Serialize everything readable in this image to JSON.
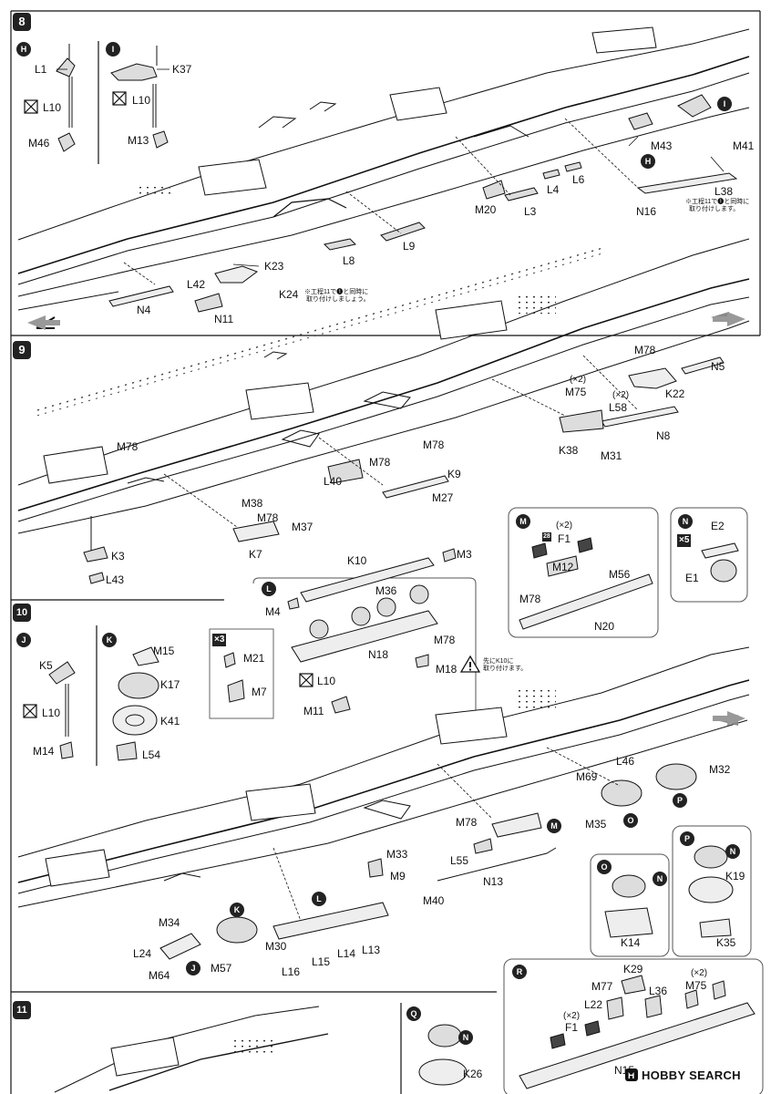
{
  "steps": [
    "8",
    "9",
    "10",
    "11"
  ],
  "subassemblies": {
    "H": "H",
    "I": "I",
    "J": "J",
    "K": "K",
    "L": "L",
    "M": "M",
    "N": "N",
    "O": "O",
    "P": "P",
    "Q": "Q",
    "R": "R"
  },
  "multipliers": {
    "x3": "×3",
    "x5": "×5"
  },
  "part_tag_28": "28",
  "parts": {
    "L1": "L1",
    "L10": "L10",
    "M46": "M46",
    "K37": "K37",
    "M13": "M13",
    "M43": "M43",
    "M41": "M41",
    "L38": "L38",
    "N16": "N16",
    "L6": "L6",
    "L4": "L4",
    "L3": "L3",
    "M20": "M20",
    "L9": "L9",
    "L8": "L8",
    "K23": "K23",
    "K24": "K24",
    "L42": "L42",
    "N4": "N4",
    "N11": "N11",
    "M78": "M78",
    "N5": "N5",
    "K22": "K22",
    "M75": "M75",
    "L58": "L58",
    "N8": "N8",
    "K38": "K38",
    "M31": "M31",
    "K9": "K9",
    "M27": "M27",
    "L40": "L40",
    "M38": "M38",
    "M37": "M37",
    "K3": "K3",
    "L43": "L43",
    "K7": "K7",
    "F1": "F1",
    "M12": "M12",
    "M56": "M56",
    "N20": "N20",
    "E2": "E2",
    "E1": "E1",
    "K10": "K10",
    "M3": "M3",
    "M4": "M4",
    "M36": "M36",
    "N18": "N18",
    "M18": "M18",
    "M21": "M21",
    "M7": "M7",
    "M11": "M11",
    "K5": "K5",
    "M14": "M14",
    "M15": "M15",
    "K17": "K17",
    "K41": "K41",
    "L54": "L54",
    "L46": "L46",
    "M32": "M32",
    "M69": "M69",
    "M35": "M35",
    "M33": "M33",
    "M9": "M9",
    "L55": "L55",
    "N13": "N13",
    "M40": "M40",
    "M34": "M34",
    "L24": "L24",
    "M64": "M64",
    "M57": "M57",
    "M30": "M30",
    "L16": "L16",
    "L15": "L15",
    "L14": "L14",
    "L13": "L13",
    "K19": "K19",
    "K14": "K14",
    "K35": "K35",
    "K26": "K26",
    "K29": "K29",
    "M77": "M77",
    "L36": "L36",
    "L22": "L22",
    "N15": "N15"
  },
  "quantities": {
    "x2": "(×2)"
  },
  "notes": {
    "l38_line1": "※工程11で❶と同時に",
    "l38_line2": "取り付けします。",
    "k24_line1": "※工程11で❶と同時に",
    "k24_line2": "取り付けしましょう。",
    "m18_line1": "先にK10に",
    "m18_line2": "取り付けます。"
  },
  "watermark": "HOBBY SEARCH",
  "icons": [
    "no-glue-icon",
    "warning-icon",
    "direction-arrow-icon"
  ],
  "colors": {
    "ink": "#111111",
    "badge": "#222222",
    "paper": "#ffffff"
  }
}
